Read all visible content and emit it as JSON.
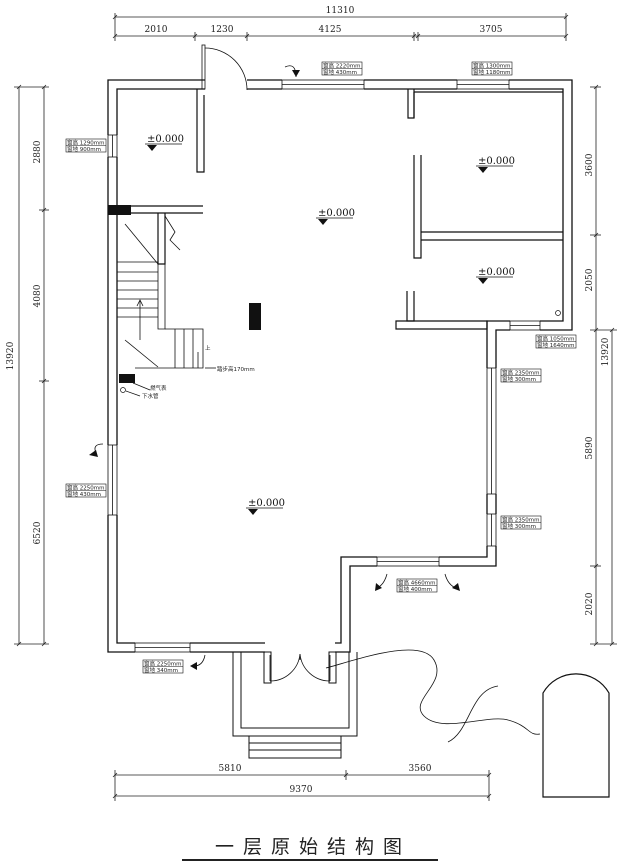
{
  "title": "一层原始结构图",
  "dims": {
    "top_total": "11310",
    "top_segments": [
      "2010",
      "1230",
      "4125",
      "3705"
    ],
    "left_total": "13920",
    "left_segments": [
      "2880",
      "4080",
      "6520"
    ],
    "right_total": "13920",
    "right_segments": [
      "3600",
      "2050",
      "5890",
      "2020"
    ],
    "bottom_segments": [
      "5810",
      "3560"
    ],
    "bottom_total": "9370"
  },
  "levels": [
    "±0.000",
    "±0.000",
    "±0.000",
    "±0.000",
    "±0.000"
  ],
  "windows": [
    {
      "h": "窗高 2220mm",
      "s": "窗地 430mm"
    },
    {
      "h": "窗高 1300mm",
      "s": "窗地 1180mm"
    },
    {
      "h": "窗高 1290mm",
      "s": "窗地 900mm"
    },
    {
      "h": "窗高 1050mm",
      "s": "窗地 1640mm"
    },
    {
      "h": "窗高 2350mm",
      "s": "窗地 300mm"
    },
    {
      "h": "窗高 2250mm",
      "s": "窗地 430mm"
    },
    {
      "h": "窗高 2350mm",
      "s": "窗地 300mm"
    },
    {
      "h": "窗高 4660mm",
      "s": "窗地 400mm"
    },
    {
      "h": "窗高 2250mm",
      "s": "窗地 340mm"
    }
  ],
  "stairs": {
    "up": "上",
    "step": "踏步高170mm",
    "gas": "燃气表",
    "drain": "下水管"
  }
}
